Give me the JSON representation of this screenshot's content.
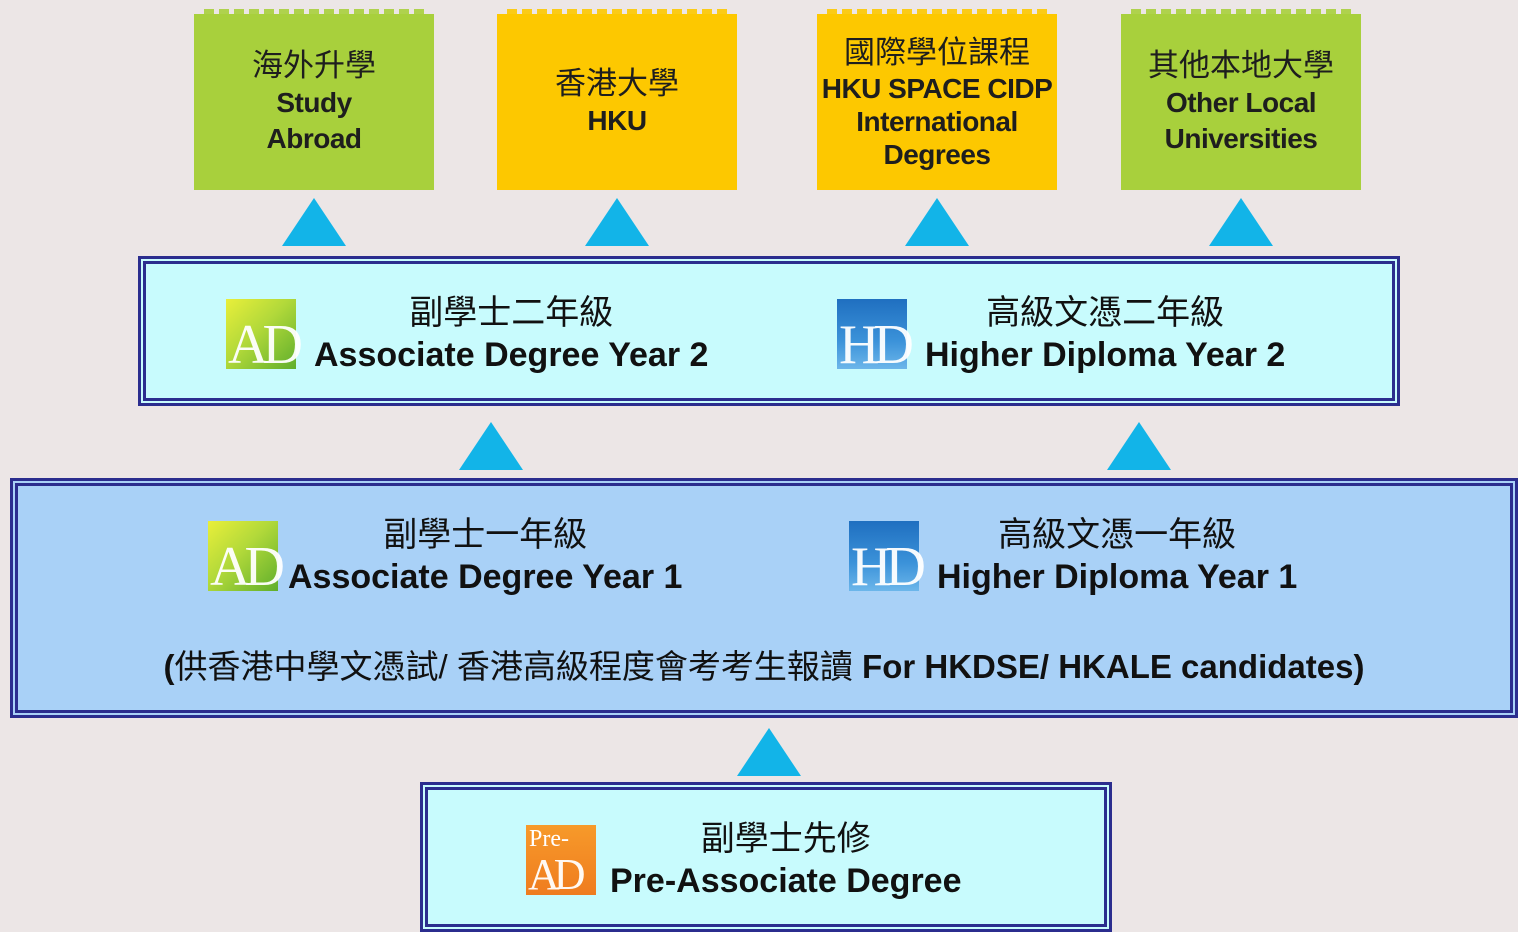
{
  "destinations": [
    {
      "zh": "海外升學",
      "en1": "Study",
      "en2": "Abroad",
      "en3": "",
      "color": "#a8d03c"
    },
    {
      "zh": "香港大學",
      "en1": "HKU",
      "en2": "",
      "en3": "",
      "color": "#fdc800"
    },
    {
      "zh": "國際學位課程",
      "en1": "HKU SPACE CIDP",
      "en2": "International",
      "en3": "Degrees",
      "color": "#fdc800"
    },
    {
      "zh": "其他本地大學",
      "en1": "Other Local",
      "en2": "Universities",
      "en3": "",
      "color": "#a8d03c"
    }
  ],
  "year2": {
    "ad": {
      "logo": "AD",
      "zh": "副學士二年級",
      "en": "Associate Degree Year 2"
    },
    "hd": {
      "logo": "HD",
      "zh": "高級文憑二年級",
      "en": "Higher Diploma Year 2"
    }
  },
  "year1": {
    "ad": {
      "logo": "AD",
      "zh": "副學士一年級",
      "en": "Associate Degree Year 1"
    },
    "hd": {
      "logo": "HD",
      "zh": "高級文憑一年級",
      "en": "Higher Diploma Year 1"
    },
    "note_open": "(",
    "note_zh": "供香港中學文憑試/ 香港高級程度會考考生報讀",
    "note_en": " For HKDSE/ HKALE candidates)"
  },
  "pre": {
    "logo_small": "Pre-",
    "logo": "AD",
    "zh": "副學士先修",
    "en": "Pre-Associate Degree"
  },
  "colors": {
    "arrow": "#12b4e8",
    "border": "#2b2d8e",
    "light_box": "#c8fbfd",
    "blue_box": "#a9d1f7",
    "green": "#a8d03c",
    "yellow": "#fdc800"
  }
}
